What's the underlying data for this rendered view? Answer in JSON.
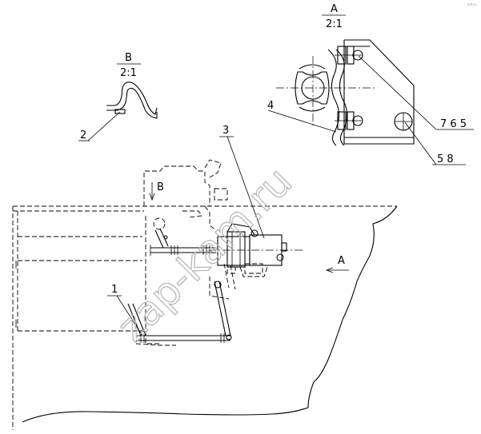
{
  "views": {
    "a": {
      "letter": "A",
      "scale": "2:1"
    },
    "b": {
      "letter": "B",
      "scale": "2:1"
    }
  },
  "callouts": {
    "c1": "1",
    "c2": "2",
    "c3": "3",
    "c4": "4",
    "c765": "7 6 5",
    "c58": "5  8"
  },
  "view_markers": {
    "arrow_a": "A",
    "arrow_b": "B"
  },
  "watermark": "zap-kam.ru",
  "corner_mark": "sdf.ru"
}
